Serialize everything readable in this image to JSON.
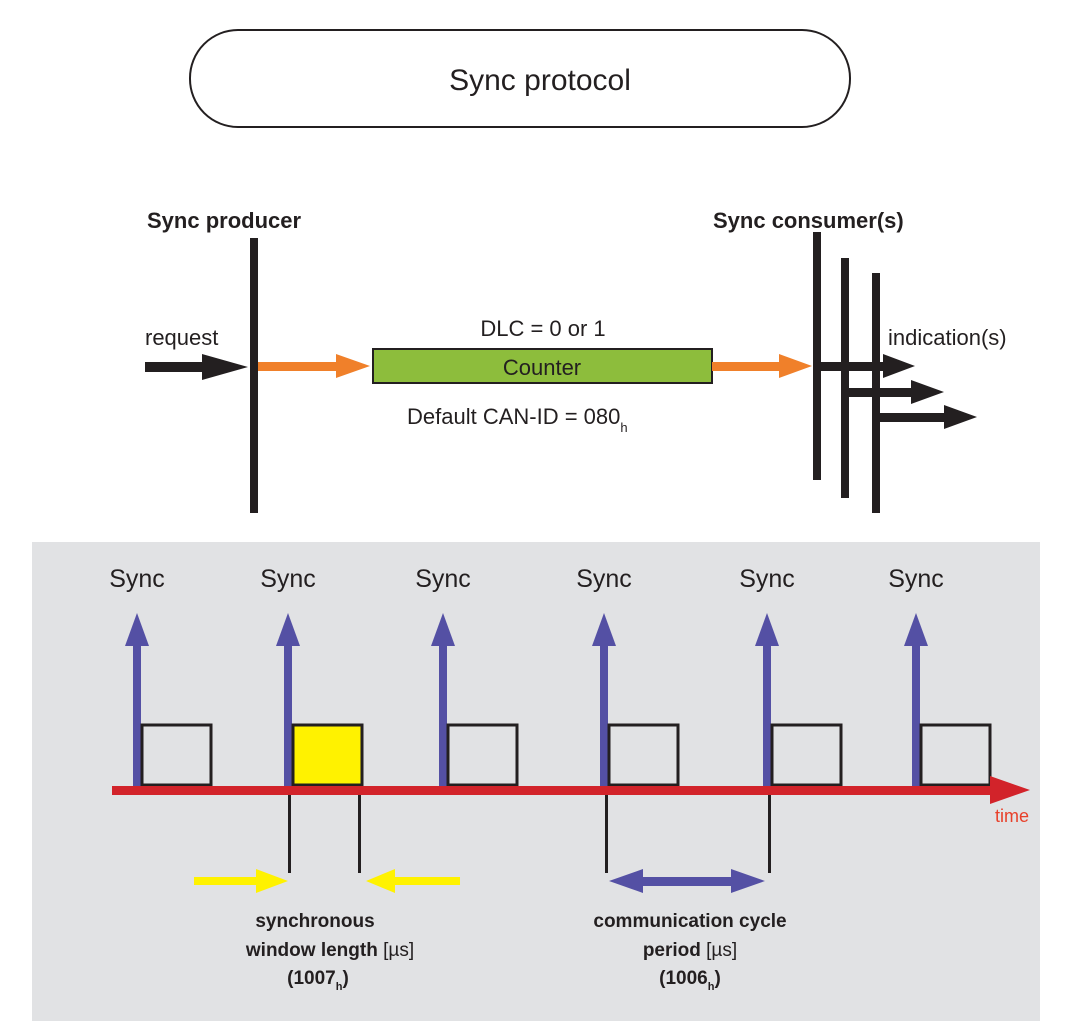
{
  "title": "Sync protocol",
  "producer": {
    "label": "Sync producer",
    "request_label": "request"
  },
  "message": {
    "dlc_label": "DLC = 0 or 1",
    "field_label": "Counter",
    "can_id_prefix": "Default CAN-ID = 080",
    "can_id_subscript": "h"
  },
  "consumer": {
    "label": "Sync consumer(s)",
    "indication_label": "indication(s)"
  },
  "timeline": {
    "sync_labels": [
      "Sync",
      "Sync",
      "Sync",
      "Sync",
      "Sync",
      "Sync"
    ],
    "highlighted_window_index": 1,
    "axis_label": "time",
    "window_annotation": {
      "line1": "synchronous",
      "line2_bold": "window length ",
      "line2_unit": "[µs]",
      "line3_prefix": "(1007",
      "line3_sub": "h",
      "line3_suffix": ")"
    },
    "period_annotation": {
      "line1": "communication cycle",
      "line2_bold": "period ",
      "line2_unit": "[µs]",
      "line3_prefix": "(1006",
      "line3_sub": "h",
      "line3_suffix": ")"
    }
  },
  "colors": {
    "black": "#231f20",
    "orange": "#f0802a",
    "green": "#8dbd3c",
    "blue": "#5450a4",
    "red": "#d2232a",
    "yellow": "#fff200",
    "panel": "#e1e2e4"
  }
}
